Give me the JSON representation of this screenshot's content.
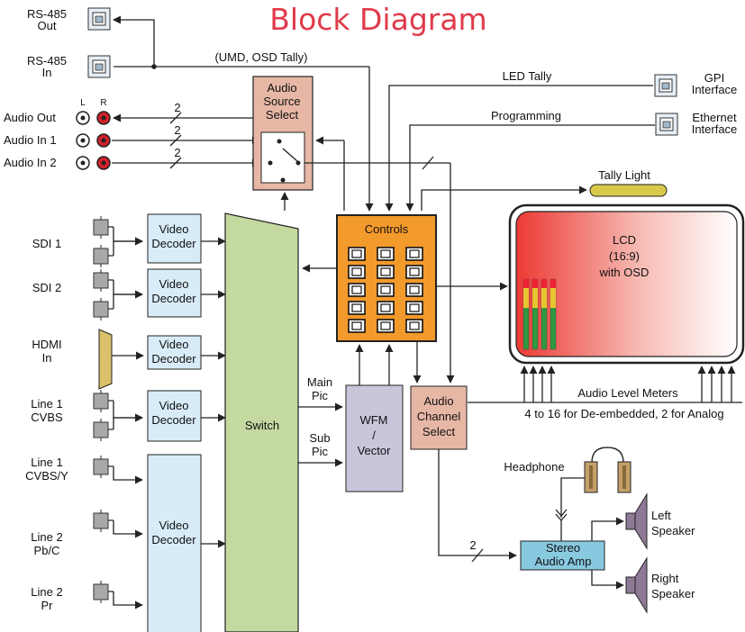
{
  "title": "Block Diagram",
  "colors": {
    "title": "#e03a4a",
    "decoder_fill": "#d8ecf8",
    "switch_fill": "#c4d9a0",
    "controls_fill": "#f39a2c",
    "audio_fill": "#e7b7a6",
    "wfm_fill": "#c9c6dc",
    "amp_fill": "#88c9e0",
    "tally_fill": "#d8c94a",
    "lcd_red": "#ec3a34"
  },
  "rs485": {
    "out": "RS-485\nOut",
    "in": "RS-485\nIn"
  },
  "audio_ports": {
    "left_label": "L",
    "right_label": "R",
    "out": "Audio Out",
    "in1": "Audio In 1",
    "in2": "Audio In 2",
    "bus_count": "2"
  },
  "audio_source_select": "Audio\nSource\nSelect",
  "umd_osd_tally": "(UMD, OSD Tally)",
  "led_tally": "LED Tally",
  "programming": "Programming",
  "gpi": "GPI\nInterface",
  "ethernet": "Ethernet\nInterface",
  "tally_light": "Tally Light",
  "inputs": {
    "sdi1": "SDI 1",
    "sdi2": "SDI 2",
    "hdmi": "HDMI\nIn",
    "line1_cvbs": "Line 1\nCVBS",
    "line1_cvbsy": "Line 1\nCVBS/Y",
    "line2_pbc": "Line 2\nPb/C",
    "line2_pr": "Line 2\nPr"
  },
  "video_decoder": "Video\nDecoder",
  "switch": "Switch",
  "controls": "Controls",
  "main_pic": "Main\nPic",
  "sub_pic": "Sub\nPic",
  "wfm": "WFM\n/\nVector",
  "audio_channel_select": "Audio\nChannel\nSelect",
  "lcd": "LCD\n(16:9)\nwith OSD",
  "audio_level_meters": "Audio Level Meters",
  "meters_note": "4 to 16 for De-embedded, 2 for Analog",
  "headphone": "Headphone",
  "stereo_amp": "Stereo\nAudio Amp",
  "amp_bus_count": "2",
  "left_speaker": "Left\nSpeaker",
  "right_speaker": "Right\nSpeaker"
}
